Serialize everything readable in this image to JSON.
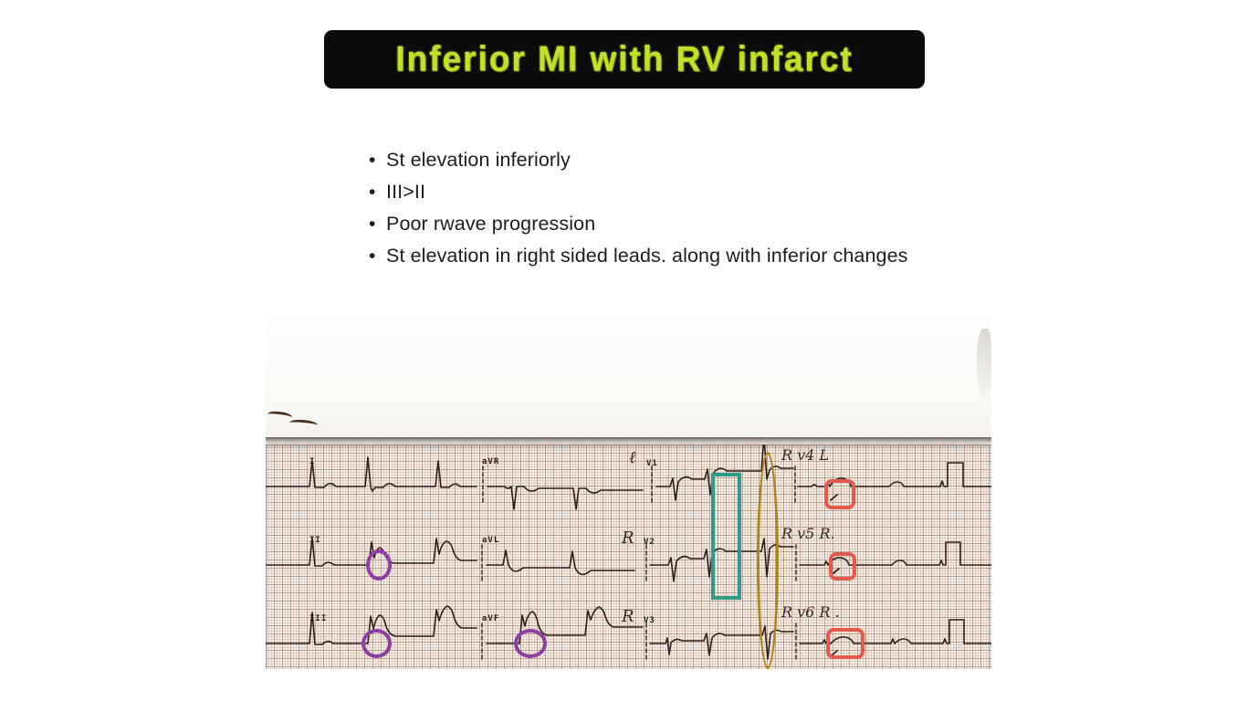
{
  "slide": {
    "title": "Inferior MI with RV infarct",
    "bullets": [
      "St elevation inferiorly",
      "III>II",
      "Poor rwave progression",
      "St elevation in right sided leads. along with inferior changes"
    ]
  },
  "ecg": {
    "machine_labels": {
      "row1": [
        "I",
        "aVR",
        "V1"
      ],
      "row2": [
        "II",
        "aVL",
        "V2"
      ],
      "row3": [
        "III",
        "aVF",
        "V3"
      ]
    },
    "handwritten_labels": {
      "row1_prefix": "ℓ",
      "row2_prefix": "R",
      "row3_prefix": "R",
      "row1_right": "R v4 L",
      "row2_right": "R v5 R.",
      "row3_right": "R v6 R ."
    },
    "annotations": {
      "purple_circles_count": 3,
      "teal_rectangle_count": 1,
      "olive_ellipse_count": 1,
      "red_boxes_count": 3
    },
    "colors": {
      "title_text": "#c3e029",
      "banner_bg": "#0b0b0b",
      "purple": "#8e3fa4",
      "teal": "#2f9c88",
      "olive": "#ad851c",
      "red": "#e65a4e",
      "trace": "#2e2018",
      "paper": "#f5efe8"
    }
  }
}
